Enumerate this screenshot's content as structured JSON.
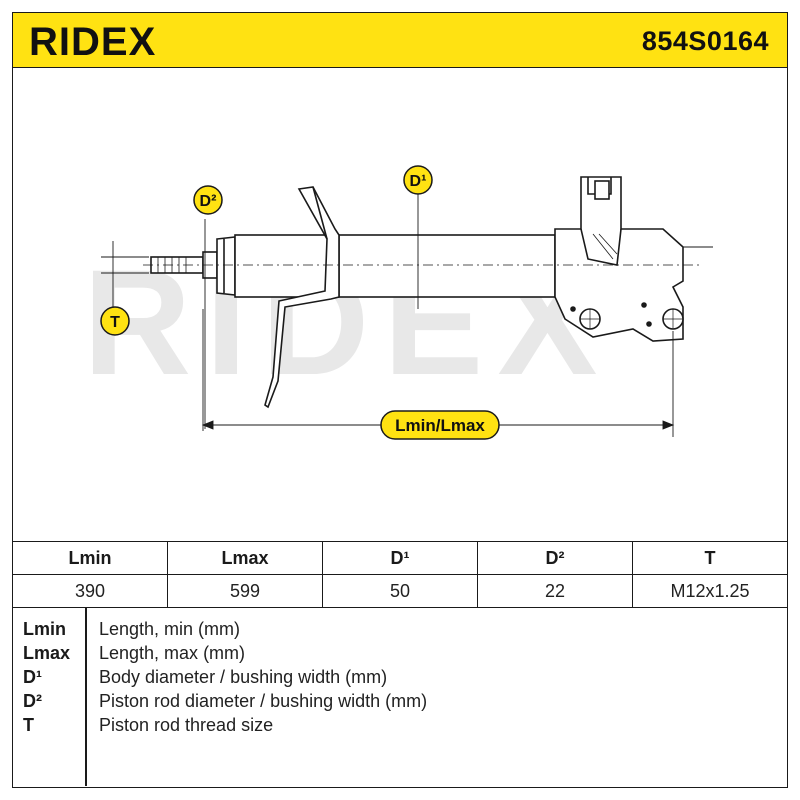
{
  "header": {
    "brand": "RIDEX",
    "part_number": "854S0164"
  },
  "drawing": {
    "labels": {
      "d1": "D¹",
      "d2": "D²",
      "t": "T",
      "length": "Lmin/Lmax"
    },
    "watermark": "RIDEX"
  },
  "specs": {
    "headers": [
      "Lmin",
      "Lmax",
      "D¹",
      "D²",
      "T"
    ],
    "values": [
      "390",
      "599",
      "50",
      "22",
      "M12x1.25"
    ]
  },
  "legend": [
    {
      "key": "Lmin",
      "desc": "Length, min (mm)"
    },
    {
      "key": "Lmax",
      "desc": "Length, max (mm)"
    },
    {
      "key": "D¹",
      "desc": "Body diameter / bushing width (mm)"
    },
    {
      "key": "D²",
      "desc": "Piston rod diameter / bushing width (mm)"
    },
    {
      "key": "T",
      "desc": "Piston rod thread size"
    }
  ],
  "colors": {
    "brand_yellow": "#ffe212",
    "line": "#1a1a1a",
    "watermark": "#e6e6e6"
  }
}
